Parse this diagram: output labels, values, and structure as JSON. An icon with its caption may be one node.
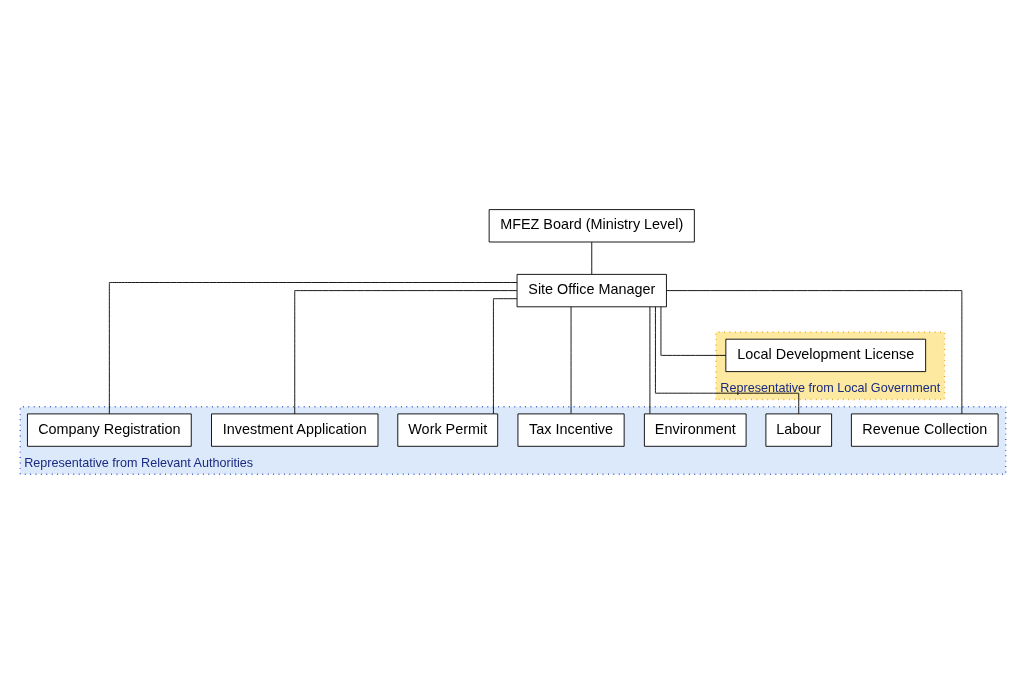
{
  "diagram": {
    "nodes": [
      {
        "text": [
          "MFEZ Board (Ministry Level)"
        ]
      },
      {
        "text": [
          "Site Office Manager"
        ]
      },
      {
        "text": [
          "Representative from Relevant Authorities"
        ]
      },
      {
        "text": [
          "Company Registration"
        ],
        "in": 2
      },
      {
        "text": [
          "Investment Application"
        ],
        "in": 2
      },
      {
        "text": [
          "Work Permit"
        ],
        "in": 2
      },
      {
        "text": [
          "Tax Incentive"
        ],
        "in": 2
      },
      {
        "text": [
          "Environment"
        ],
        "in": 2
      },
      {
        "text": [
          "Labour"
        ],
        "in": 2
      },
      {
        "text": [
          "Revenue Collection"
        ],
        "in": 2
      },
      {
        "text": [
          "Representative from Local Government"
        ]
      },
      {
        "text": [
          "Local Development License"
        ],
        "in": 10
      }
    ],
    "edges": [
      {
        "from": 0,
        "to": 1,
        "arrow": "none"
      },
      {
        "from": 1,
        "to": 3,
        "arrow": "none"
      },
      {
        "from": 1,
        "to": 4,
        "arrow": "none"
      },
      {
        "from": 1,
        "to": 5,
        "arrow": "none"
      },
      {
        "from": 1,
        "to": 6,
        "arrow": "none"
      },
      {
        "from": 1,
        "to": 7,
        "arrow": "none"
      },
      {
        "from": 1,
        "to": 8,
        "arrow": "none"
      },
      {
        "from": 1,
        "to": 9,
        "arrow": "none"
      },
      {
        "from": 1,
        "to": 11,
        "arrow": "none"
      }
    ]
  }
}
